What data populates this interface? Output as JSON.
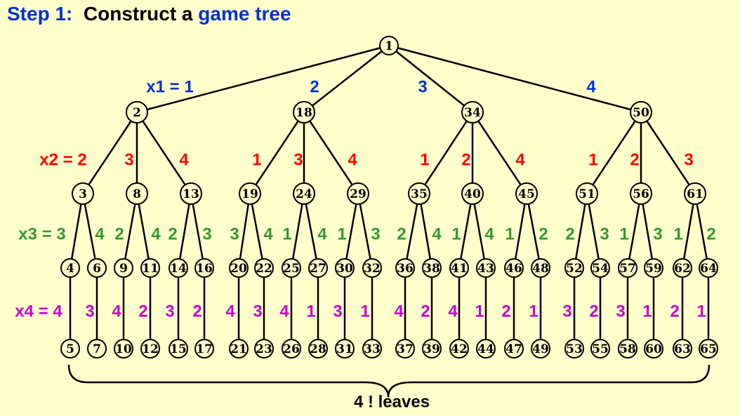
{
  "title": {
    "step": "Step 1:",
    "text": "Construct a",
    "highlight": "game tree"
  },
  "colors": {
    "x1": "#0033cc",
    "x2": "#ff0000",
    "x3": "#339933",
    "x4": "#cc00cc",
    "title_blue": "#0033cc",
    "background": "#ffffcc"
  },
  "level_labels": [
    "x1 = 1",
    "x2 = 2",
    "x3 = 3",
    "x4 = 4"
  ],
  "tree": {
    "root": "1",
    "level1": [
      {
        "id": "2",
        "x": "1"
      },
      {
        "id": "18",
        "x": "2"
      },
      {
        "id": "34",
        "x": "3"
      },
      {
        "id": "50",
        "x": "4"
      }
    ],
    "level2": [
      {
        "id": "3",
        "x": "2"
      },
      {
        "id": "8",
        "x": "3"
      },
      {
        "id": "13",
        "x": "4"
      },
      {
        "id": "19",
        "x": "1"
      },
      {
        "id": "24",
        "x": "3"
      },
      {
        "id": "29",
        "x": "4"
      },
      {
        "id": "35",
        "x": "1"
      },
      {
        "id": "40",
        "x": "2"
      },
      {
        "id": "45",
        "x": "4"
      },
      {
        "id": "51",
        "x": "1"
      },
      {
        "id": "56",
        "x": "2"
      },
      {
        "id": "61",
        "x": "3"
      }
    ],
    "level3": [
      {
        "id": "4",
        "x": "3"
      },
      {
        "id": "6",
        "x": "4"
      },
      {
        "id": "9",
        "x": "2"
      },
      {
        "id": "11",
        "x": "4"
      },
      {
        "id": "14",
        "x": "2"
      },
      {
        "id": "16",
        "x": "3"
      },
      {
        "id": "20",
        "x": "3"
      },
      {
        "id": "22",
        "x": "4"
      },
      {
        "id": "25",
        "x": "1"
      },
      {
        "id": "27",
        "x": "4"
      },
      {
        "id": "30",
        "x": "1"
      },
      {
        "id": "32",
        "x": "3"
      },
      {
        "id": "36",
        "x": "2"
      },
      {
        "id": "38",
        "x": "4"
      },
      {
        "id": "41",
        "x": "1"
      },
      {
        "id": "43",
        "x": "4"
      },
      {
        "id": "46",
        "x": "1"
      },
      {
        "id": "48",
        "x": "2"
      },
      {
        "id": "52",
        "x": "2"
      },
      {
        "id": "54",
        "x": "3"
      },
      {
        "id": "57",
        "x": "1"
      },
      {
        "id": "59",
        "x": "3"
      },
      {
        "id": "62",
        "x": "1"
      },
      {
        "id": "64",
        "x": "2"
      }
    ],
    "level4": [
      {
        "id": "5",
        "x": "4"
      },
      {
        "id": "7",
        "x": "3"
      },
      {
        "id": "10",
        "x": "4"
      },
      {
        "id": "12",
        "x": "2"
      },
      {
        "id": "15",
        "x": "3"
      },
      {
        "id": "17",
        "x": "2"
      },
      {
        "id": "21",
        "x": "4"
      },
      {
        "id": "23",
        "x": "3"
      },
      {
        "id": "26",
        "x": "4"
      },
      {
        "id": "28",
        "x": "1"
      },
      {
        "id": "31",
        "x": "3"
      },
      {
        "id": "33",
        "x": "1"
      },
      {
        "id": "37",
        "x": "4"
      },
      {
        "id": "39",
        "x": "2"
      },
      {
        "id": "42",
        "x": "4"
      },
      {
        "id": "44",
        "x": "1"
      },
      {
        "id": "47",
        "x": "2"
      },
      {
        "id": "49",
        "x": "1"
      },
      {
        "id": "53",
        "x": "3"
      },
      {
        "id": "55",
        "x": "2"
      },
      {
        "id": "58",
        "x": "3"
      },
      {
        "id": "60",
        "x": "1"
      },
      {
        "id": "63",
        "x": "2"
      },
      {
        "id": "65",
        "x": "1"
      }
    ]
  },
  "leaves_caption": "4 ! leaves"
}
